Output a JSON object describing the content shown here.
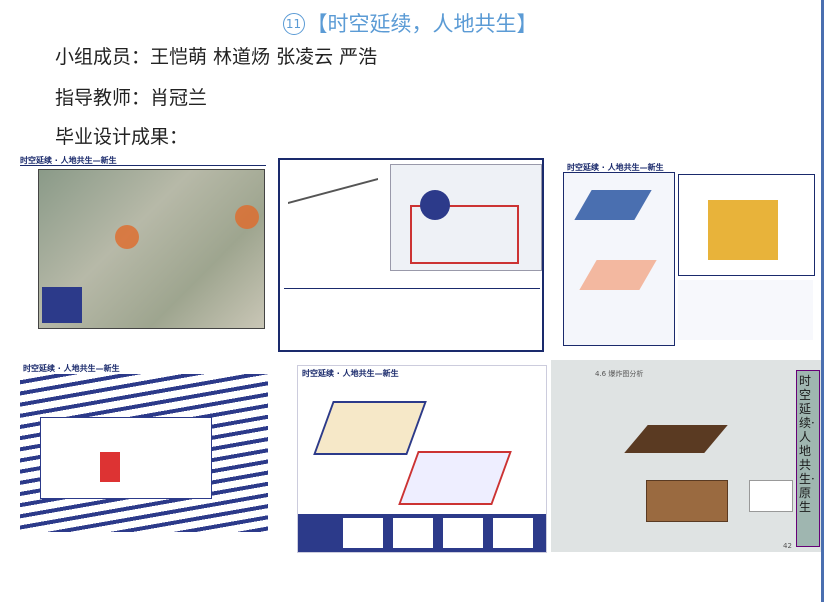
{
  "header": {
    "number": "11",
    "title": "【时空延续，人地共生】"
  },
  "info": {
    "members": "小组成员：王恺萌 林道炀 张凌云 严浩",
    "teacher": "指导教师：肖冠兰",
    "results": "毕业设计成果："
  },
  "panels": {
    "p1_title": "时空延续 · 人地共生—新生",
    "p3_title": "时空延续 · 人地共生—新生",
    "p4_title": "时空延续 · 人地共生—新生",
    "p5_title": "时空延续 · 人地共生—新生",
    "p6_heading": "4.6 爆炸图分析",
    "p6_side": "时空延续·人地共生·原生",
    "p6_page": "42"
  }
}
